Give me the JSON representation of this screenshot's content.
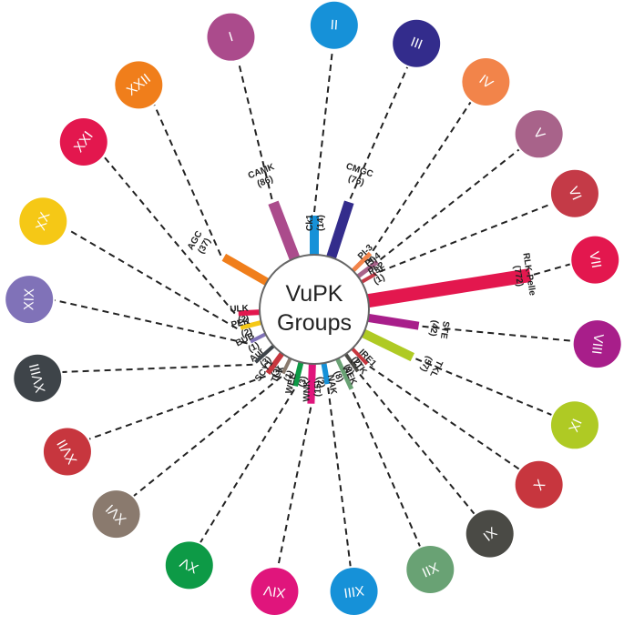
{
  "chart_data": {
    "type": "radial-bar",
    "title": "VuPK Groups",
    "series": [
      {
        "group": "I",
        "family": "CAMK",
        "count": "(86)",
        "value": 86,
        "color": "#ab4b8c"
      },
      {
        "group": "II",
        "family": "Ck1",
        "count": "(14)",
        "value": 14,
        "color": "#1691d8"
      },
      {
        "group": "III",
        "family": "CMGC",
        "count": "(76)",
        "value": 76,
        "color": "#332c8c"
      },
      {
        "group": "IV",
        "family": "PI-3",
        "count": "(3)",
        "value": 3,
        "color": "#f2844a"
      },
      {
        "group": "V",
        "family": "PI-4",
        "count": "(3)",
        "value": 3,
        "color": "#a8638a"
      },
      {
        "group": "VI",
        "family": "PI-2",
        "count": "(1)",
        "value": 1,
        "color": "#c43a47"
      },
      {
        "group": "VII",
        "family": "RLK-Pelle",
        "count": "(772)",
        "value": 772,
        "color": "#e3174e"
      },
      {
        "group": "VIII",
        "family": "STE",
        "count": "(42)",
        "value": 42,
        "color": "#a81e8a"
      },
      {
        "group": "IX",
        "family": "TKL",
        "count": "(57)",
        "value": 57,
        "color": "#afca24"
      },
      {
        "group": "X",
        "family": "IRE1",
        "count": "(2)",
        "value": 2,
        "color": "#c7363e"
      },
      {
        "group": "XI",
        "family": "TTK",
        "count": "(2)",
        "value": 2,
        "color": "#4a4a45"
      },
      {
        "group": "XII",
        "family": "NEK",
        "count": "(8)",
        "value": 8,
        "color": "#69a274"
      },
      {
        "group": "XIII",
        "family": "NAK",
        "count": "(2)",
        "value": 2,
        "color": "#1691d8"
      },
      {
        "group": "XIV",
        "family": "WNK",
        "count": "(15)",
        "value": 15,
        "color": "#e0157c"
      },
      {
        "group": "XV",
        "family": "WEE",
        "count": "(3)",
        "value": 3,
        "color": "#0d9a46"
      },
      {
        "group": "XVI",
        "family": "TLK",
        "count": "(1)",
        "value": 1,
        "color": "#8a7a6e"
      },
      {
        "group": "XVII",
        "family": "SCY1",
        "count": "(3)",
        "value": 3,
        "color": "#c7363e"
      },
      {
        "group": "XVIII",
        "family": "Aur",
        "count": "(3)",
        "value": 3,
        "color": "#3e4449"
      },
      {
        "group": "XIX",
        "family": "BUB",
        "count": "(1)",
        "value": 1,
        "color": "#8072b8"
      },
      {
        "group": "XX",
        "family": "PEK",
        "count": "(2)",
        "value": 2,
        "color": "#f5c816"
      },
      {
        "group": "XXI",
        "family": "ULK",
        "count": "(2)",
        "value": 2,
        "color": "#e3174e"
      },
      {
        "group": "XXII",
        "family": "AGC",
        "count": "(37)",
        "value": 37,
        "color": "#f07e1b"
      }
    ]
  }
}
